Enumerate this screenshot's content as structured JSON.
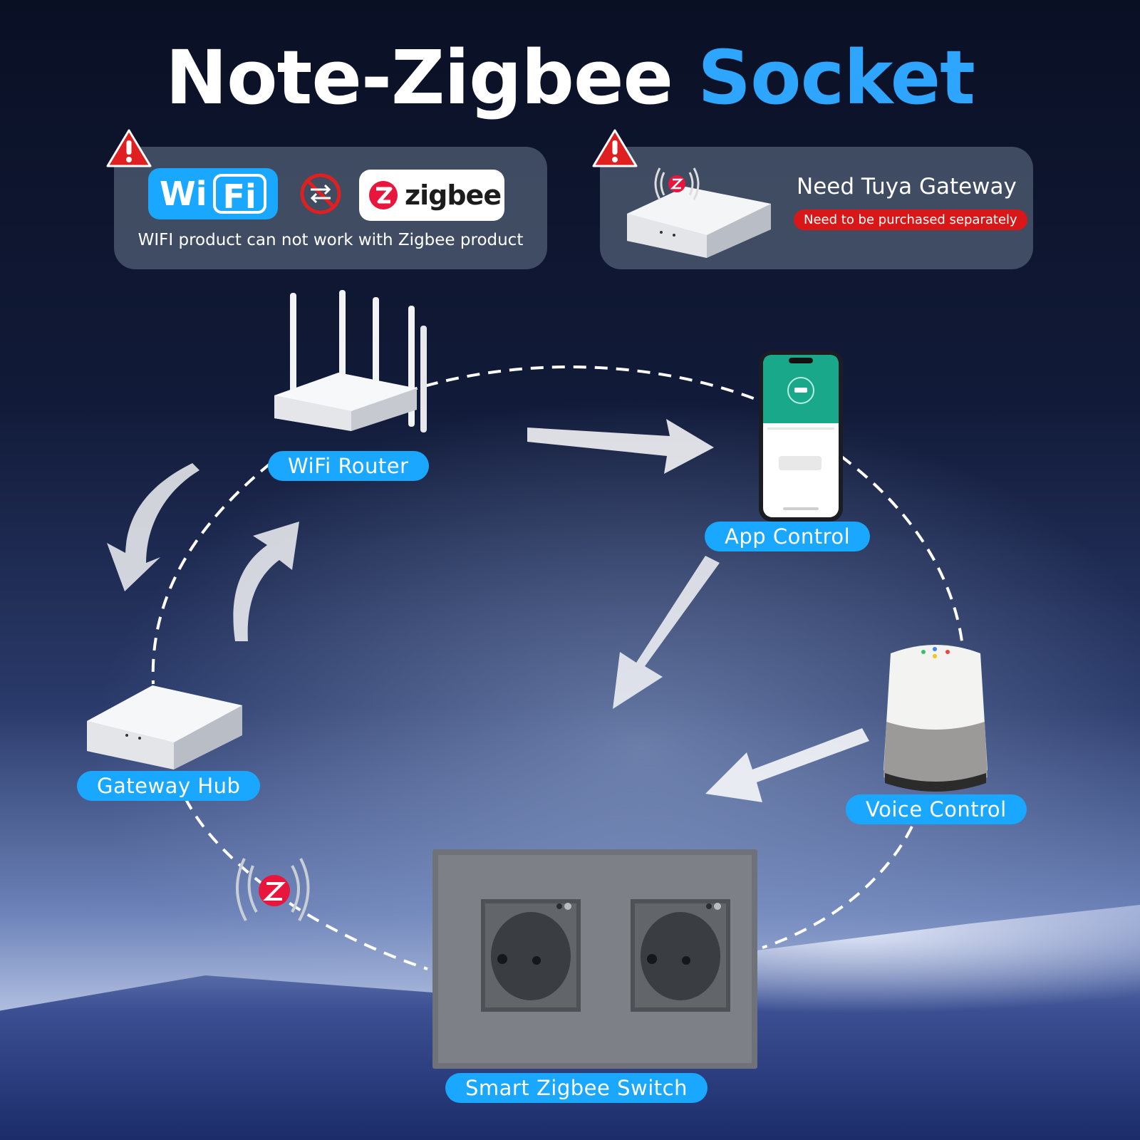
{
  "title": {
    "main": "Note-Zigbee ",
    "accent": "Socket"
  },
  "wifi_panel": {
    "wifi_logo": {
      "wi": "Wi",
      "fi": "Fi"
    },
    "zigbee_logo": "zigbee",
    "caption": "WIFI product can not work with Zigbee product"
  },
  "gateway_panel": {
    "title": "Need Tuya Gateway",
    "badge": "Need to be purchased separately"
  },
  "labels": {
    "wifi_router": "WiFi Router",
    "app_control": "App Control",
    "gateway_hub": "Gateway Hub",
    "voice_control": "Voice Control",
    "smart_switch": "Smart Zigbee Switch"
  },
  "icons": [
    "warning-icon",
    "no-swap-icon",
    "zigbee-icon",
    "wifi-router-icon",
    "smartphone-icon",
    "gateway-hub-icon",
    "smart-speaker-icon",
    "wall-socket-icon",
    "arrow-icon"
  ],
  "colors": {
    "accent": "#1aa7ff",
    "warning": "#e02020",
    "badge": "#d81818",
    "zigbee_red": "#e8163c"
  }
}
